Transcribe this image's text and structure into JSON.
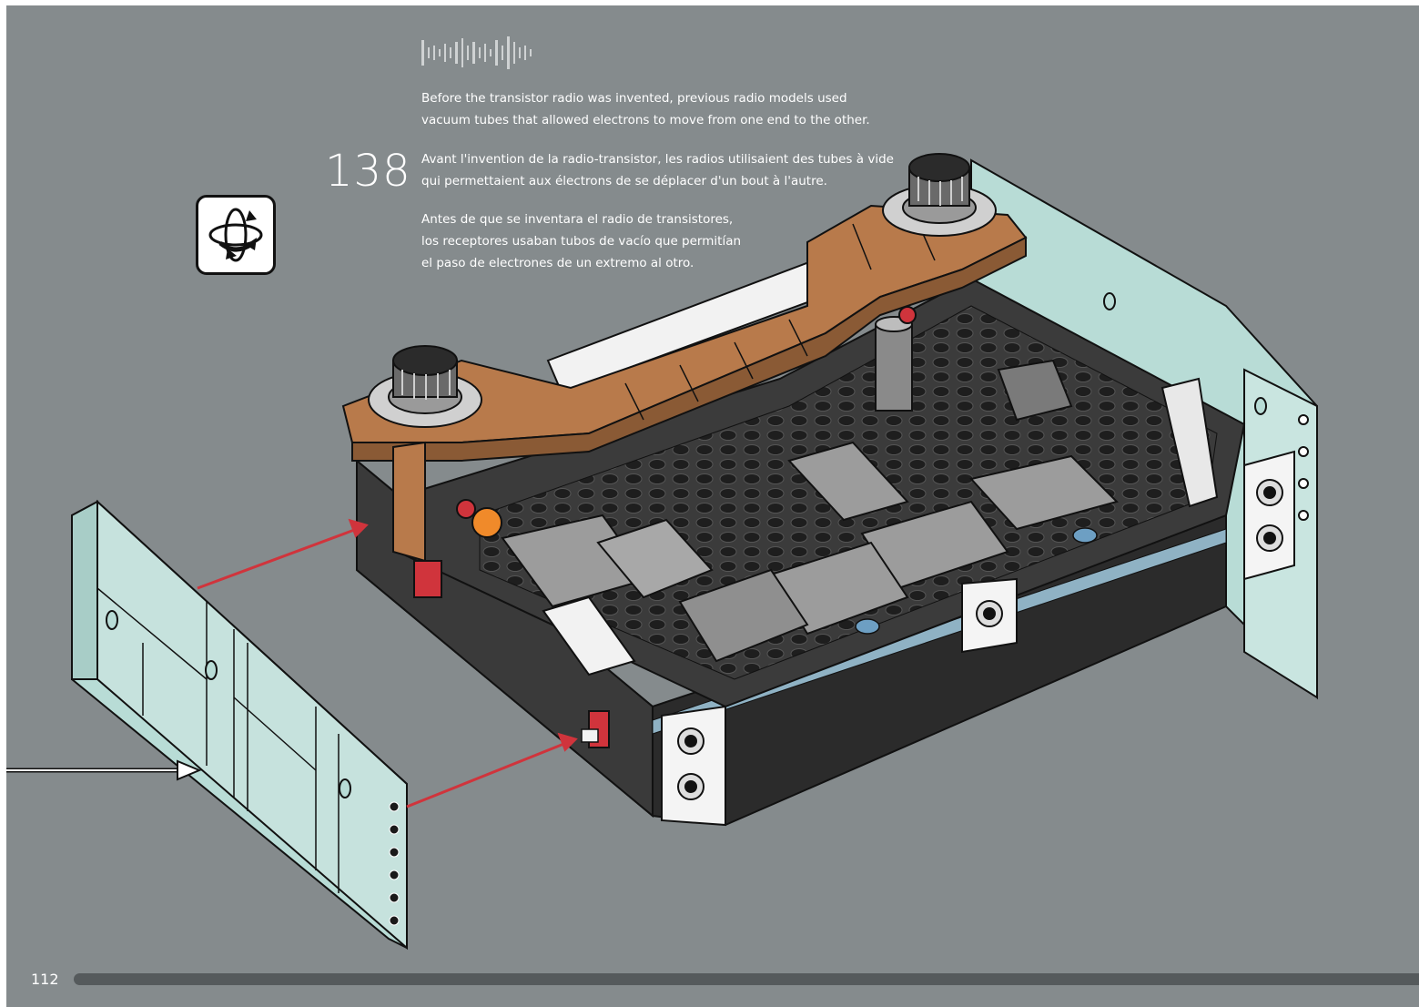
{
  "step": {
    "number": "138"
  },
  "facts": {
    "english": [
      "Before the transistor radio was invented, previous radio models used",
      "vacuum tubes that allowed electrons to move from one end to the other."
    ],
    "french": [
      "Avant l'invention de la radio-transistor, les radios utilisaient des tubes à    vide",
      "qui permettaient aux électrons de se déplacer d'un bout à l'autre."
    ],
    "spanish": [
      "Antes de que se inventara el radio de transistores,",
      "los receptores usaban tubos de vacío que permitían",
      "el paso de electrones de un extremo al otro."
    ]
  },
  "footer": {
    "page_number": "112"
  },
  "icons": {
    "soundwave": "soundwave-icon",
    "rotate": "rotate-model-icon"
  },
  "colors": {
    "background": "#858b8d",
    "panel": "#b8dcd6",
    "arrow": "#d0343c",
    "brown": "#b87a4b",
    "dark_plate": "#3b3b3b",
    "light_gray": "#9c9c9c"
  }
}
